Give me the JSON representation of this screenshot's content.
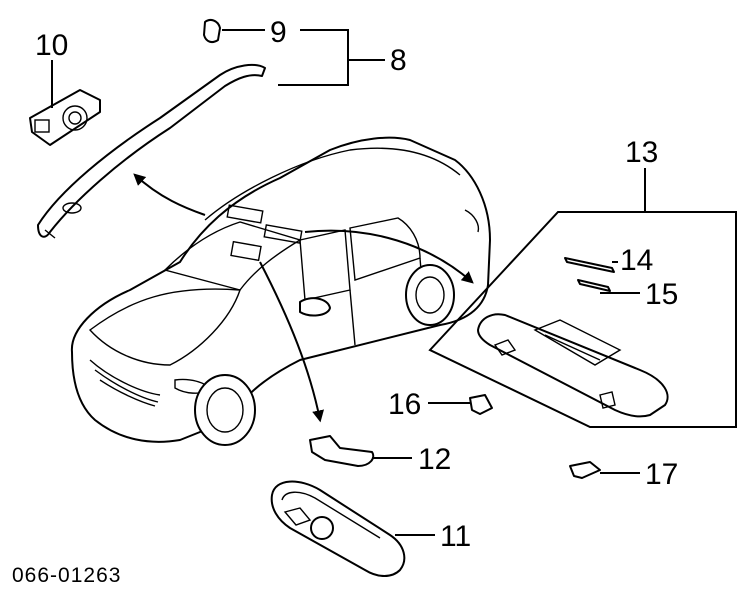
{
  "diagram": {
    "drawing_code": "066-01263",
    "callouts": {
      "c8": "8",
      "c9": "9",
      "c10": "10",
      "c11": "11",
      "c12": "12",
      "c13": "13",
      "c14": "14",
      "c15": "15",
      "c16": "16",
      "c17": "17"
    }
  }
}
